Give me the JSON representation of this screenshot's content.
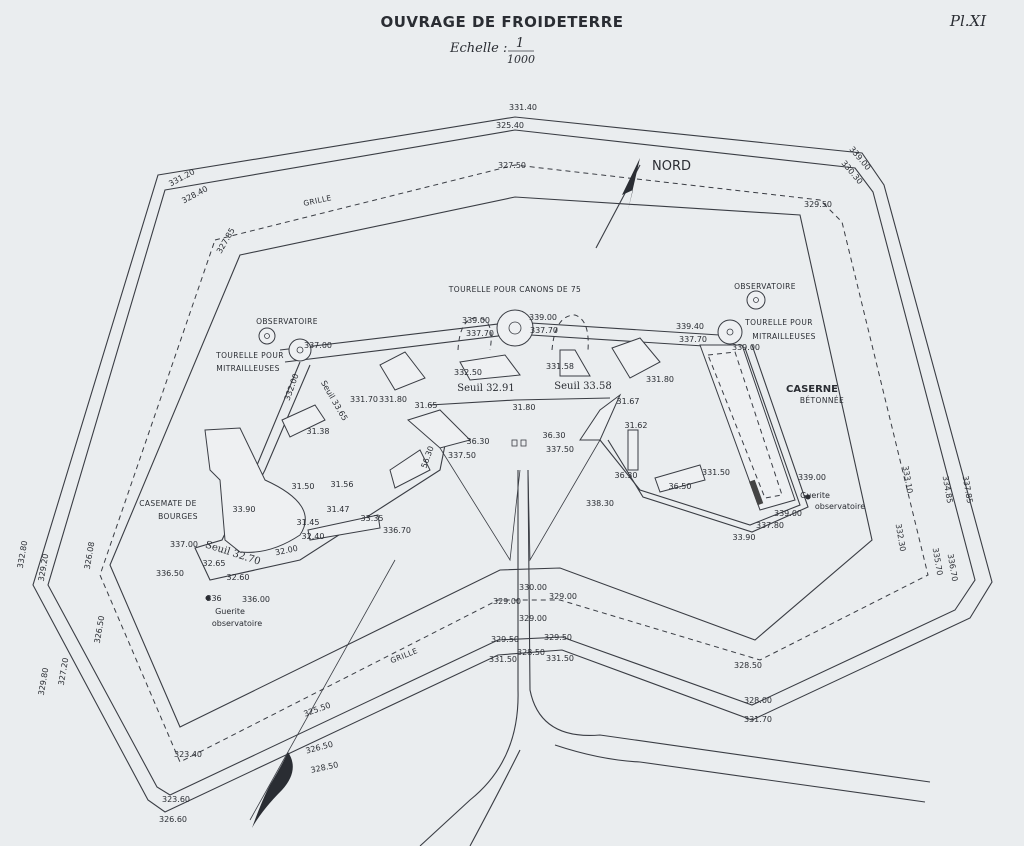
{
  "header": {
    "title": "OUVRAGE DE FROIDETERRE",
    "scale_label": "Echelle :",
    "scale_numerator": "1",
    "scale_denominator": "1000",
    "plate": "Pl.XI"
  },
  "north_label": "NORD",
  "labels": [
    "331.40",
    "325.40",
    "327.50",
    "GRILLE",
    "331.20",
    "328.40",
    "327.85",
    "339.00",
    "330.30",
    "329.50",
    "333.10",
    "334.85",
    "337.85",
    "332.30",
    "335.70",
    "336.70",
    "328.50",
    "328.00",
    "331.70",
    "329.00",
    "329.00",
    "330.00",
    "329.00",
    "329.50",
    "329.50",
    "331.50",
    "331.50",
    "328.50",
    "GRILLE",
    "325.50",
    "326.50",
    "328.50",
    "323.60",
    "326.60",
    "323.40",
    "332.80",
    "329.20",
    "326.08",
    "326.50",
    "329.80",
    "327.20",
    "OBSERVATOIRE",
    "TOURELLE POUR",
    "MITRAILLEUSES",
    "337.00",
    "332.00",
    "Seuil 33.65",
    "331.70",
    "331.80",
    "31.65",
    "31.38",
    "TOURELLE POUR CANONS DE 75",
    "339.00",
    "337.70",
    "339.00",
    "337.70",
    "332.50",
    "331.58",
    "331.80",
    "Seuil 32.91",
    "Seuil 33.58",
    "31.80",
    "31.67",
    "OBSERVATOIRE",
    "TOURELLE POUR",
    "MITRAILLEUSES",
    "339.40",
    "337.70",
    "339.00",
    "CASERNE",
    "BÉTONNÉE",
    "31.62",
    "36.30",
    "337.50",
    "36.30",
    "337.50",
    "36.30",
    "331.50",
    "36.50",
    "338.30",
    "339.00",
    "Guerite",
    "observatoire",
    "339.00",
    "337.80",
    "33.90",
    "CASEMATE DE",
    "BOURGES",
    "33.90",
    "31.50",
    "31.56",
    "31.45",
    "31.47",
    "33.35",
    "336.70",
    "32.40",
    "337.00",
    "Seuil 32.70",
    "32.00",
    "32.65",
    "32.60",
    "336.50",
    "336",
    "336.00",
    "Guerite",
    "observatoire",
    "56.30"
  ]
}
